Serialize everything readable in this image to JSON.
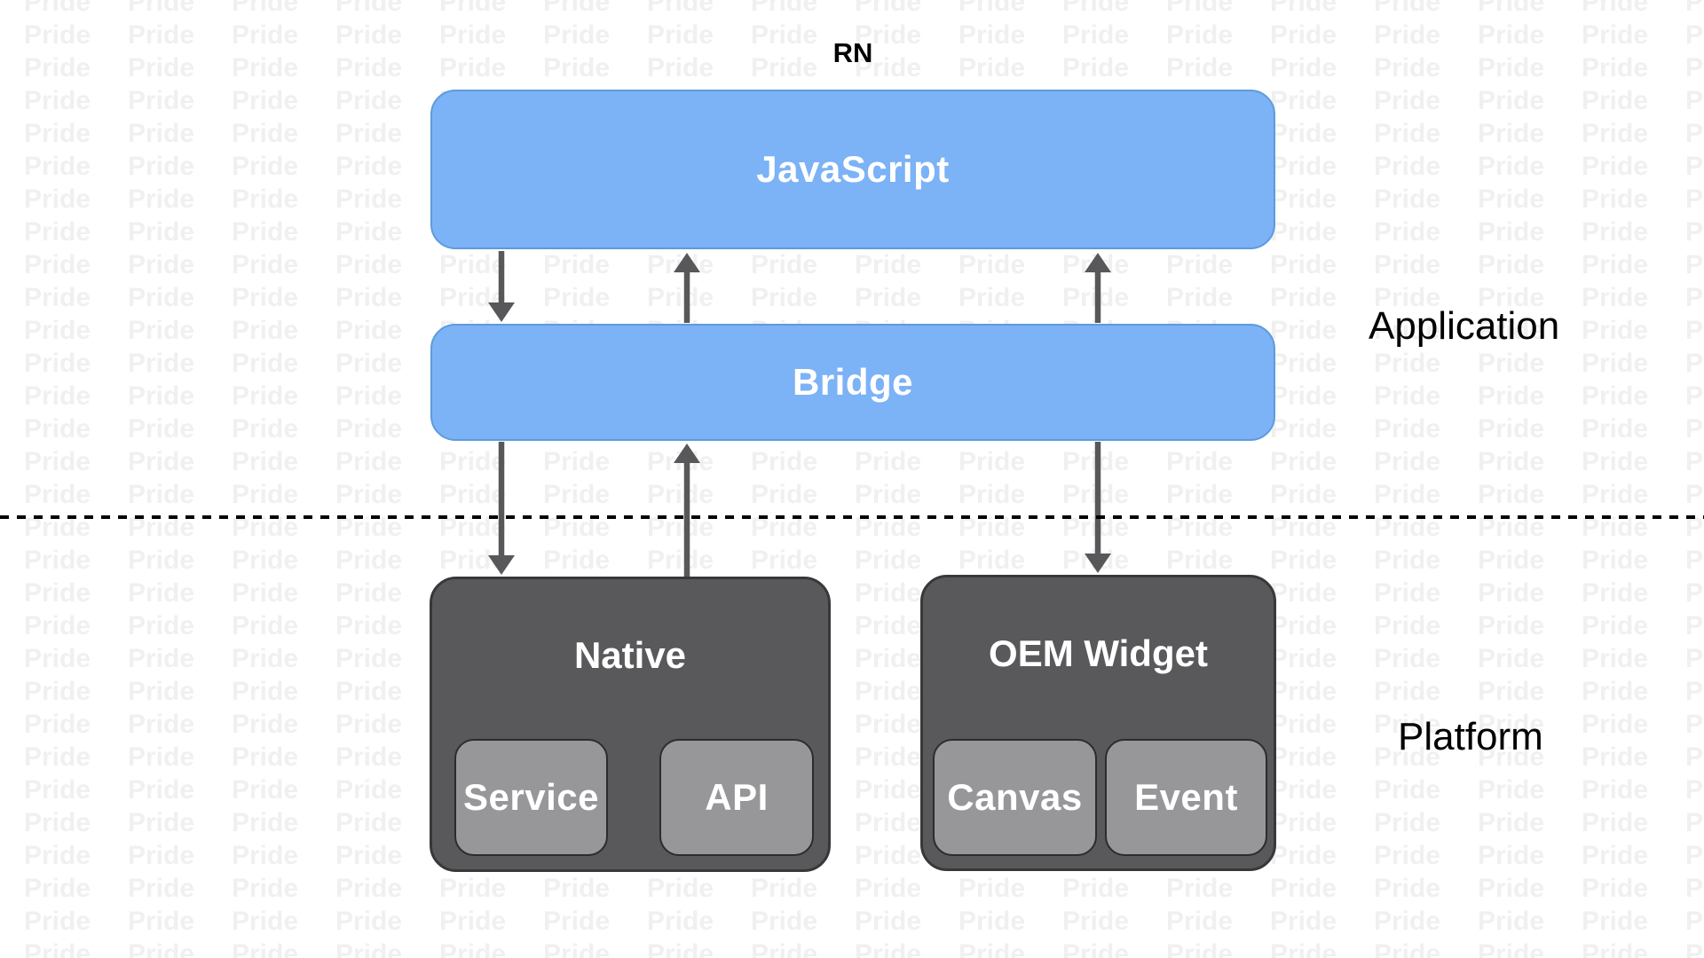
{
  "diagram": {
    "title": "RN",
    "watermark": {
      "text": "Pride"
    },
    "nodes": {
      "javascript": {
        "label": "JavaScript"
      },
      "bridge": {
        "label": "Bridge"
      },
      "native": {
        "label": "Native",
        "children": {
          "service": {
            "label": "Service"
          },
          "api": {
            "label": "API"
          }
        }
      },
      "oem_widget": {
        "label": "OEM Widget",
        "children": {
          "canvas": {
            "label": "Canvas"
          },
          "event": {
            "label": "Event"
          }
        }
      }
    },
    "region_labels": {
      "application": "Application",
      "platform": "Platform"
    },
    "edges": [
      {
        "from": "JavaScript",
        "to": "Bridge",
        "direction": "down"
      },
      {
        "from": "Bridge",
        "to": "JavaScript",
        "direction": "up"
      },
      {
        "from": "Bridge",
        "to": "JavaScript",
        "direction": "up"
      },
      {
        "from": "Bridge",
        "to": "Native",
        "direction": "down"
      },
      {
        "from": "Native",
        "to": "Bridge",
        "direction": "up"
      },
      {
        "from": "Bridge",
        "to": "OEM Widget",
        "direction": "down"
      }
    ],
    "divider": {
      "style": "dashed",
      "separates": [
        "Application",
        "Platform"
      ]
    },
    "colors": {
      "node_blue_fill": "#7CB2F6",
      "node_blue_border": "#5E9BDC",
      "node_dark_fill": "#59595B",
      "node_dark_border": "#38383A",
      "node_gray_fill": "#97979A",
      "node_gray_border": "#2C2C2E",
      "node_text": "#FFFFFF",
      "arrow": "#58585A",
      "divider": "#000000",
      "watermark": "#F0F0F0",
      "label_text": "#000000"
    }
  }
}
